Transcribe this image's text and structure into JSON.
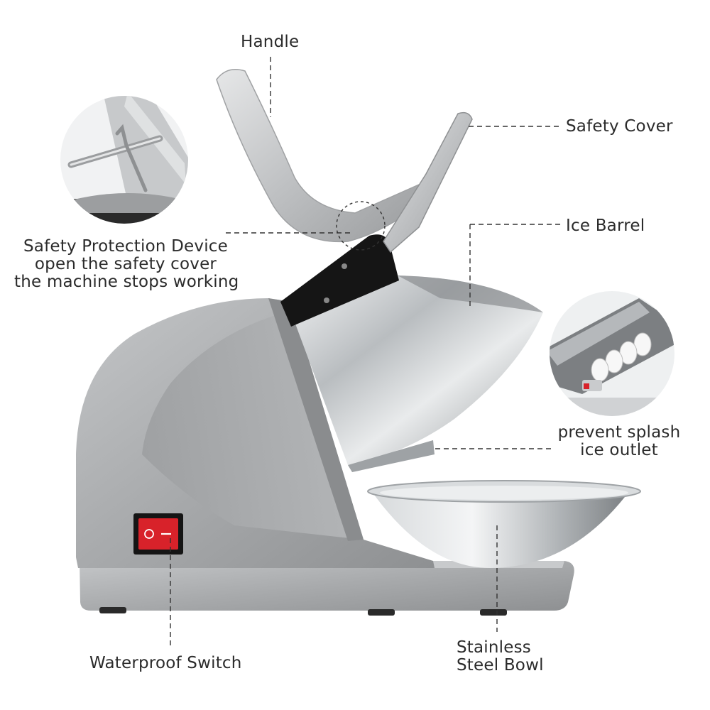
{
  "labels": {
    "handle": "Handle",
    "safety_cover": "Safety Cover",
    "ice_barrel": "Ice Barrel",
    "safety_protection": {
      "line1": "Safety Protection Device",
      "line2": "open the safety cover",
      "line3": "the machine stops working"
    },
    "prevent_splash": {
      "line1": "prevent splash",
      "line2": "ice outlet"
    },
    "waterproof_switch": "Waterproof Switch",
    "stainless_bowl": {
      "line1": "Stainless",
      "line2": "Steel Bowl"
    }
  },
  "colors": {
    "body": "#a9abad",
    "steel": "#c9cdd0",
    "switch_red": "#d8222a",
    "panel_black": "#151515",
    "leader": "#333333"
  }
}
